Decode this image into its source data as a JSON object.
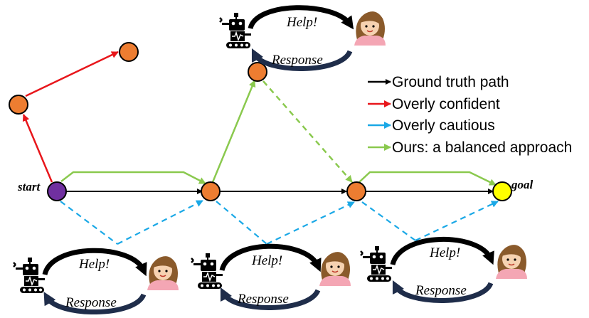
{
  "labels": {
    "start": "start",
    "goal": "goal",
    "help": "Help!",
    "response": "Response"
  },
  "legend": [
    {
      "label": "Ground truth path",
      "color": "#000000"
    },
    {
      "label": "Overly confident",
      "color": "#e8161b"
    },
    {
      "label": "Overly cautious",
      "color": "#1aa8e6"
    },
    {
      "label": "Ours: a balanced approach",
      "color": "#8ac94e"
    }
  ],
  "colors": {
    "start_node": "#7030a0",
    "waypoint_node": "#ed7d31",
    "goal_node": "#ffff00",
    "skin": "#f6d2b1",
    "hair": "#8a5a2b",
    "shirt": "#f4a6b4"
  },
  "icons": [
    "robot-icon",
    "person-icon",
    "feedback-loop-icon"
  ]
}
